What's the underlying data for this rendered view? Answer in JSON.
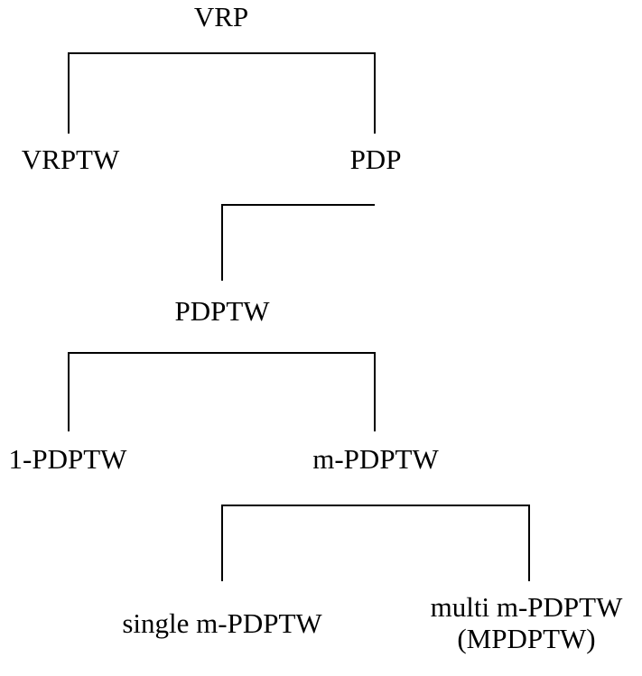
{
  "diagram": {
    "title": "VRP problem classification hierarchy",
    "background_color": "#ffffff",
    "line_color": "#000000",
    "text_color": "#000000",
    "nodes": {
      "vrp": "VRP",
      "vrptw": "VRPTW",
      "pdp": "PDP",
      "pdptw": "PDPTW",
      "one_pdptw": "1-PDPTW",
      "m_pdptw": "m-PDPTW",
      "single_m_pdptw": "single m-PDPTW",
      "multi_m_pdptw_line1": "multi m-PDPTW",
      "multi_m_pdptw_line2": "(MPDPTW)"
    },
    "edges": [
      {
        "from": "VRP",
        "to": "VRPTW"
      },
      {
        "from": "VRP",
        "to": "PDP"
      },
      {
        "from": "PDP",
        "to": "PDPTW"
      },
      {
        "from": "PDPTW",
        "to": "1-PDPTW"
      },
      {
        "from": "PDPTW",
        "to": "m-PDPTW"
      },
      {
        "from": "m-PDPTW",
        "to": "single m-PDPTW"
      },
      {
        "from": "m-PDPTW",
        "to": "multi m-PDPTW (MPDPTW)"
      }
    ]
  }
}
